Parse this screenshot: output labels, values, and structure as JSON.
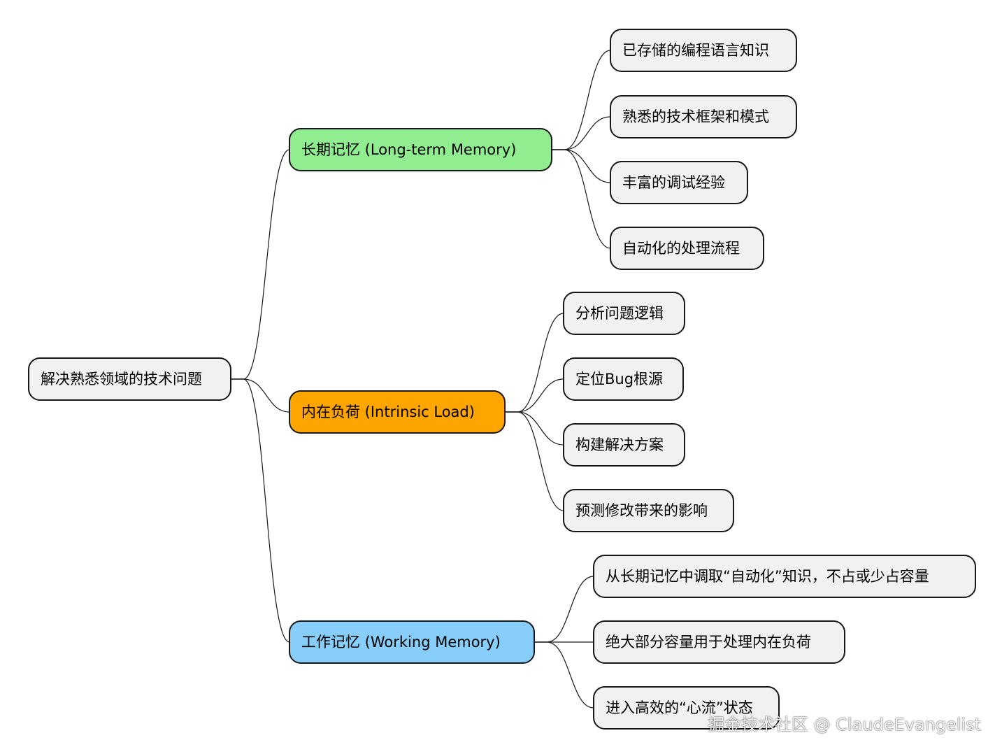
{
  "colors": {
    "default_fill": "#f1f1f1",
    "long_term_fill": "#90ee90",
    "intrinsic_fill": "#ffa500",
    "working_fill": "#87cefa",
    "border": "#181818"
  },
  "mindmap": {
    "root": {
      "label": "解决熟悉领域的技术问题",
      "children": [
        {
          "label": "长期记忆 (Long-term Memory)",
          "fill": "#90ee90",
          "children": [
            {
              "label": "已存储的编程语言知识"
            },
            {
              "label": "熟悉的技术框架和模式"
            },
            {
              "label": "丰富的调试经验"
            },
            {
              "label": "自动化的处理流程"
            }
          ]
        },
        {
          "label": "内在负荷 (Intrinsic Load)",
          "fill": "#ffa500",
          "children": [
            {
              "label": "分析问题逻辑"
            },
            {
              "label": "定位Bug根源"
            },
            {
              "label": "构建解决方案"
            },
            {
              "label": "预测修改带来的影响"
            }
          ]
        },
        {
          "label": "工作记忆 (Working Memory)",
          "fill": "#87cefa",
          "children": [
            {
              "label": "从长期记忆中调取“自动化”知识，不占或少占容量"
            },
            {
              "label": "绝大部分容量用于处理内在负荷"
            },
            {
              "label": "进入高效的“心流”状态"
            }
          ]
        }
      ]
    }
  },
  "watermark": "掘金技术社区 @ ClaudeEvangelist"
}
